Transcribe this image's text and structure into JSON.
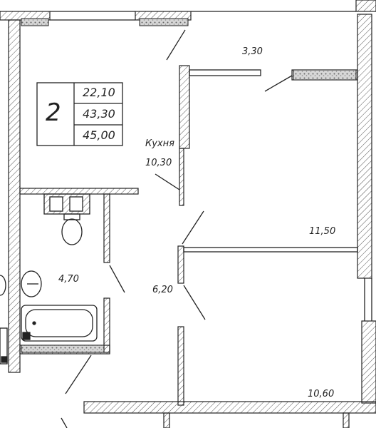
{
  "apartment": {
    "rooms_count": "2",
    "area_living": "22,10",
    "area_total_1": "43,30",
    "area_total_2": "45,00"
  },
  "rooms": {
    "balcony_area": "3,30",
    "kitchen_name": "Кухня",
    "kitchen_area": "10,30",
    "room1_area": "11,50",
    "bath_area": "4,70",
    "hall_area": "6,20",
    "room2_area": "10,60"
  },
  "colors": {
    "wall_stroke": "#222222",
    "hatch": "#555555",
    "speckle_fill": "#9a9a9a"
  }
}
